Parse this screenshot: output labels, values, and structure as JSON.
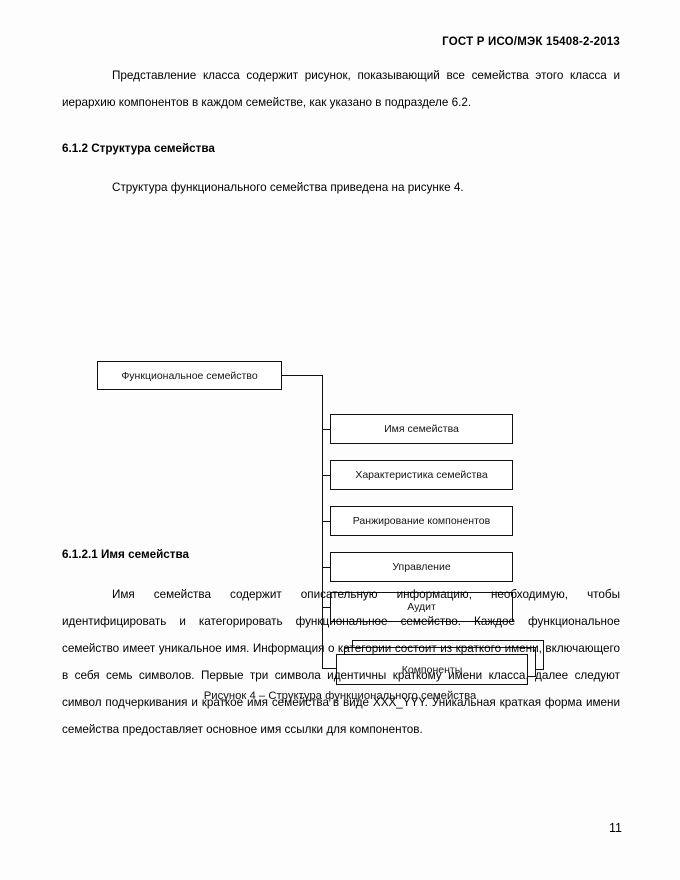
{
  "header": {
    "standard_id": "ГОСТ Р ИСО/МЭК 15408-2-2013"
  },
  "content": {
    "paragraph_1": "Представление класса содержит рисунок, показывающий все семейства этого класса и иерархию компонентов в каждом семействе, как указано в подразделе 6.2.",
    "heading_612": "6.1.2  Структура семейства",
    "paragraph_2": "Структура функционального семейства приведена на рисунке 4.",
    "heading_6121": "6.1.2.1  Имя семейства",
    "paragraph_3": "Имя семейства содержит описательную информацию, необходимую, чтобы идентифицировать и категорировать функциональное семейство. Каждое функциональное семейство имеет уникальное имя. Информация о категории состоит из краткого имени, включающего в себя семь символов. Первые три символа идентичны краткому имени класса, далее следуют символ подчеркивания и краткое имя семейства в виде XXX_YYY. Уникальная краткая форма имени семейства предоставляет основное имя ссылки для компонентов."
  },
  "figure": {
    "caption": "Рисунок 4 – Структура функционального семейства",
    "root_label": "Функциональное семейство",
    "children": [
      {
        "label": "Имя семейства"
      },
      {
        "label": "Характеристика семейства"
      },
      {
        "label": "Ранжирование компонентов"
      },
      {
        "label": "Управление"
      },
      {
        "label": "Аудит"
      }
    ],
    "stacked_node": {
      "label": "Компоненты",
      "layers": 3
    }
  },
  "footer": {
    "page_number": "11"
  },
  "colors": {
    "text": "#000000",
    "line": "#111111",
    "page_background": "#fdfdfd"
  }
}
